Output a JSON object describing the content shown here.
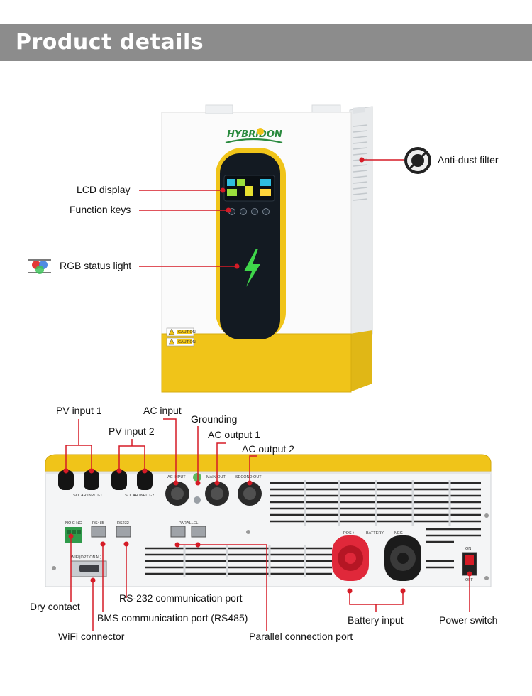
{
  "header": {
    "title": "Product details"
  },
  "product": {
    "brand": "HYBRIDON",
    "caution_1": "CAUTION",
    "caution_2": "CAUTION"
  },
  "top_labels": {
    "lcd_display": "LCD display",
    "function_keys": "Function keys",
    "rgb_status_light": "RGB status light",
    "anti_dust_filter": "Anti-dust filter"
  },
  "bottom_labels": {
    "pv_input_1": "PV input 1",
    "ac_input": "AC input",
    "grounding": "Grounding",
    "pv_input_2": "PV input 2",
    "ac_output_1": "AC output 1",
    "ac_output_2": "AC output 2",
    "rs232_port": "RS-232 communication port",
    "dry_contact": "Dry contact",
    "bms_port": "BMS communication port (RS485)",
    "battery_input": "Battery input",
    "power_switch": "Power switch",
    "wifi_connector": "WiFi connector",
    "parallel_port": "Parallel connection port"
  },
  "panel_text": {
    "solar_input_1": "SOLAR INPUT-1",
    "solar_input_2": "SOLAR INPUT-2",
    "ac_input": "AC INPUT",
    "main_out": "MAIN OUT",
    "second_out": "SECOND OUT",
    "no_c_nc": "NO C NC",
    "rs485": "RS485",
    "rs232": "RS232",
    "parallel": "PARALLEL",
    "wifi_optional": "WIFI(OPTIONAL)",
    "pos": "POS +",
    "battery": "BATTERY",
    "neg": "NEG −",
    "on": "ON",
    "off": "OFF"
  },
  "colors": {
    "header_bg": "#8c8c8c",
    "accent_red": "#d51b26",
    "yellow": "#f0c419",
    "green": "#2a8a3e"
  }
}
